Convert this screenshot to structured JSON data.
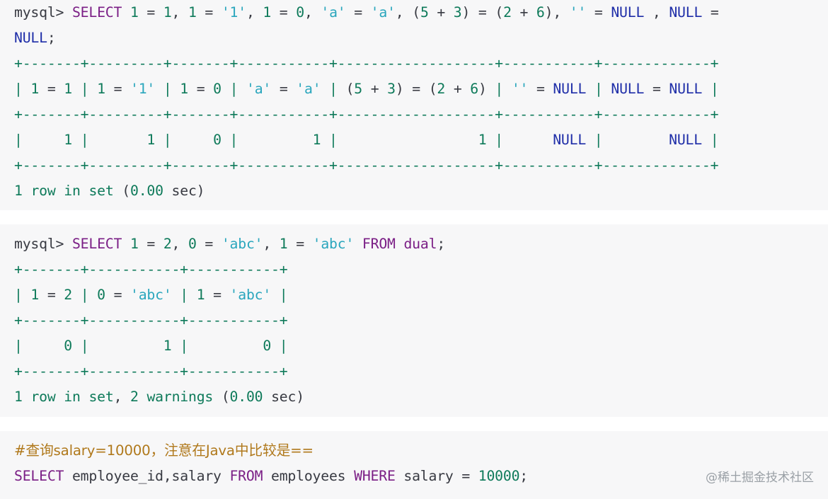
{
  "blocks": [
    {
      "lines": [
        [
          [
            "mysql> ",
            "plain"
          ],
          [
            "SELECT",
            "kw"
          ],
          [
            " ",
            "plain"
          ],
          [
            "1",
            "num"
          ],
          [
            " = ",
            "plain"
          ],
          [
            "1",
            "num"
          ],
          [
            ", ",
            "plain"
          ],
          [
            "1",
            "num"
          ],
          [
            " = ",
            "plain"
          ],
          [
            "'1'",
            "str"
          ],
          [
            ", ",
            "plain"
          ],
          [
            "1",
            "num"
          ],
          [
            " = ",
            "plain"
          ],
          [
            "0",
            "num"
          ],
          [
            ", ",
            "plain"
          ],
          [
            "'a'",
            "str"
          ],
          [
            " = ",
            "plain"
          ],
          [
            "'a'",
            "str"
          ],
          [
            ", (",
            "plain"
          ],
          [
            "5",
            "num"
          ],
          [
            " + ",
            "plain"
          ],
          [
            "3",
            "num"
          ],
          [
            ") = (",
            "plain"
          ],
          [
            "2",
            "num"
          ],
          [
            " + ",
            "plain"
          ],
          [
            "6",
            "num"
          ],
          [
            "), ",
            "plain"
          ],
          [
            "''",
            "str"
          ],
          [
            " = ",
            "plain"
          ],
          [
            "NULL",
            "null"
          ],
          [
            " , ",
            "plain"
          ],
          [
            "NULL",
            "null"
          ],
          [
            " =",
            "plain"
          ]
        ],
        [
          [
            "NULL",
            "null"
          ],
          [
            ";",
            "plain"
          ]
        ],
        [
          [
            "+-------+---------+-------+-----------+-------------------+-----------+-------------+",
            "border"
          ]
        ],
        [
          [
            "| ",
            "border"
          ],
          [
            "1",
            "num"
          ],
          [
            " = ",
            "plain"
          ],
          [
            "1",
            "num"
          ],
          [
            " | ",
            "border"
          ],
          [
            "1",
            "num"
          ],
          [
            " = ",
            "plain"
          ],
          [
            "'1'",
            "str"
          ],
          [
            " | ",
            "border"
          ],
          [
            "1",
            "num"
          ],
          [
            " = ",
            "plain"
          ],
          [
            "0",
            "num"
          ],
          [
            " | ",
            "border"
          ],
          [
            "'a'",
            "str"
          ],
          [
            " = ",
            "plain"
          ],
          [
            "'a'",
            "str"
          ],
          [
            " | ",
            "border"
          ],
          [
            "(",
            "plain"
          ],
          [
            "5",
            "num"
          ],
          [
            " + ",
            "plain"
          ],
          [
            "3",
            "num"
          ],
          [
            ") = (",
            "plain"
          ],
          [
            "2",
            "num"
          ],
          [
            " + ",
            "plain"
          ],
          [
            "6",
            "num"
          ],
          [
            ")",
            "plain"
          ],
          [
            " | ",
            "border"
          ],
          [
            "''",
            "str"
          ],
          [
            " = ",
            "plain"
          ],
          [
            "NULL",
            "null"
          ],
          [
            " | ",
            "border"
          ],
          [
            "NULL",
            "null"
          ],
          [
            " = ",
            "plain"
          ],
          [
            "NULL",
            "null"
          ],
          [
            " |",
            "border"
          ]
        ],
        [
          [
            "+-------+---------+-------+-----------+-------------------+-----------+-------------+",
            "border"
          ]
        ],
        [
          [
            "|     ",
            "border"
          ],
          [
            "1",
            "num"
          ],
          [
            " |       ",
            "border"
          ],
          [
            "1",
            "num"
          ],
          [
            " |     ",
            "border"
          ],
          [
            "0",
            "num"
          ],
          [
            " |         ",
            "border"
          ],
          [
            "1",
            "num"
          ],
          [
            " |                 ",
            "border"
          ],
          [
            "1",
            "num"
          ],
          [
            " |      ",
            "border"
          ],
          [
            "NULL",
            "null"
          ],
          [
            " |        ",
            "border"
          ],
          [
            "NULL",
            "null"
          ],
          [
            " |",
            "border"
          ]
        ],
        [
          [
            "+-------+---------+-------+-----------+-------------------+-----------+-------------+",
            "border"
          ]
        ],
        [
          [
            "1",
            "num"
          ],
          [
            " ",
            "plain"
          ],
          [
            "row",
            "num"
          ],
          [
            " ",
            "plain"
          ],
          [
            "in",
            "num"
          ],
          [
            " ",
            "plain"
          ],
          [
            "set",
            "num"
          ],
          [
            " (",
            "plain"
          ],
          [
            "0.00",
            "num"
          ],
          [
            " sec)",
            "plain"
          ]
        ]
      ]
    },
    {
      "lines": [
        [
          [
            "mysql> ",
            "plain"
          ],
          [
            "SELECT",
            "kw"
          ],
          [
            " ",
            "plain"
          ],
          [
            "1",
            "num"
          ],
          [
            " = ",
            "plain"
          ],
          [
            "2",
            "num"
          ],
          [
            ", ",
            "plain"
          ],
          [
            "0",
            "num"
          ],
          [
            " = ",
            "plain"
          ],
          [
            "'abc'",
            "str"
          ],
          [
            ", ",
            "plain"
          ],
          [
            "1",
            "num"
          ],
          [
            " = ",
            "plain"
          ],
          [
            "'abc'",
            "str"
          ],
          [
            " ",
            "plain"
          ],
          [
            "FROM",
            "kw"
          ],
          [
            " ",
            "plain"
          ],
          [
            "dual",
            "kw"
          ],
          [
            ";",
            "plain"
          ]
        ],
        [
          [
            "+-------+-----------+-----------+",
            "border"
          ]
        ],
        [
          [
            "| ",
            "border"
          ],
          [
            "1",
            "num"
          ],
          [
            " = ",
            "plain"
          ],
          [
            "2",
            "num"
          ],
          [
            " | ",
            "border"
          ],
          [
            "0",
            "num"
          ],
          [
            " = ",
            "plain"
          ],
          [
            "'abc'",
            "str"
          ],
          [
            " | ",
            "border"
          ],
          [
            "1",
            "num"
          ],
          [
            " = ",
            "plain"
          ],
          [
            "'abc'",
            "str"
          ],
          [
            " |",
            "border"
          ]
        ],
        [
          [
            "+-------+-----------+-----------+",
            "border"
          ]
        ],
        [
          [
            "|     ",
            "border"
          ],
          [
            "0",
            "num"
          ],
          [
            " |         ",
            "border"
          ],
          [
            "1",
            "num"
          ],
          [
            " |         ",
            "border"
          ],
          [
            "0",
            "num"
          ],
          [
            " |",
            "border"
          ]
        ],
        [
          [
            "+-------+-----------+-----------+",
            "border"
          ]
        ],
        [
          [
            "1",
            "num"
          ],
          [
            " ",
            "plain"
          ],
          [
            "row",
            "num"
          ],
          [
            " ",
            "plain"
          ],
          [
            "in",
            "num"
          ],
          [
            " ",
            "plain"
          ],
          [
            "set",
            "num"
          ],
          [
            ", ",
            "plain"
          ],
          [
            "2",
            "num"
          ],
          [
            " ",
            "plain"
          ],
          [
            "warnings",
            "num"
          ],
          [
            " (",
            "plain"
          ],
          [
            "0.00",
            "num"
          ],
          [
            " sec)",
            "plain"
          ]
        ]
      ]
    },
    {
      "lines": [
        [
          [
            "#查询salary=10000，注意在Java中比较是==",
            "comment"
          ]
        ],
        [
          [
            "SELECT",
            "kw"
          ],
          [
            " employee_id,salary ",
            "plain"
          ],
          [
            "FROM",
            "kw"
          ],
          [
            " employees ",
            "plain"
          ],
          [
            "WHERE",
            "kw"
          ],
          [
            " salary = ",
            "plain"
          ],
          [
            "10000",
            "num"
          ],
          [
            ";",
            "plain"
          ]
        ]
      ]
    }
  ],
  "watermark": "@稀土掘金技术社区"
}
